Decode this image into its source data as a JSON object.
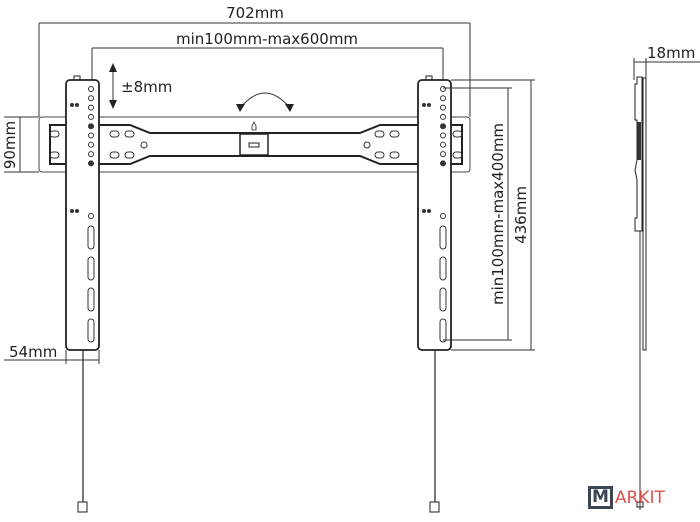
{
  "dimensions": {
    "overall_width": "702mm",
    "horizontal_range": "min100mm-max600mm",
    "vertical_adjust": "±8mm",
    "plate_height": "90mm",
    "bracket_width": "54mm",
    "vertical_range": "min100mm-max400mm",
    "bracket_height": "436mm",
    "depth": "18mm"
  },
  "logo": {
    "text": "MARKIT",
    "first": "M",
    "rest": "ARKIT"
  },
  "colors": {
    "line": "#222222",
    "logo_dark": "#3c4553",
    "logo_accent": "#d9534f"
  }
}
